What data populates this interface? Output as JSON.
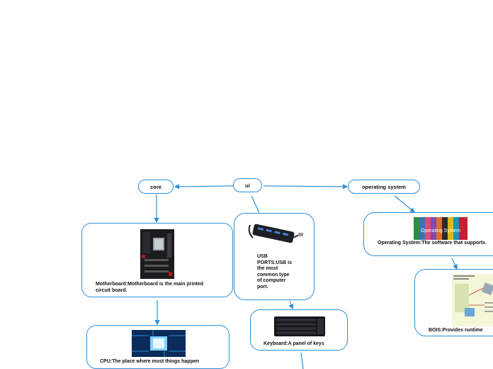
{
  "nodes": {
    "ui": "ui",
    "core": "core",
    "operating_system": "operating system",
    "motherboard": "Motherboard:Motherboard is the main printed circuit board.",
    "cpu": "CPU:The place where most things happen",
    "usb": "USB PORTS:USB is the most common type of computer port.",
    "keyboard": "Keyboard:A panel of keys",
    "os_desc": "Operating System:The software that supports.",
    "bios": "BOIS:Provides runtime"
  },
  "colors": {
    "link": "#2d8fd6",
    "border": "#2d8fd6"
  }
}
